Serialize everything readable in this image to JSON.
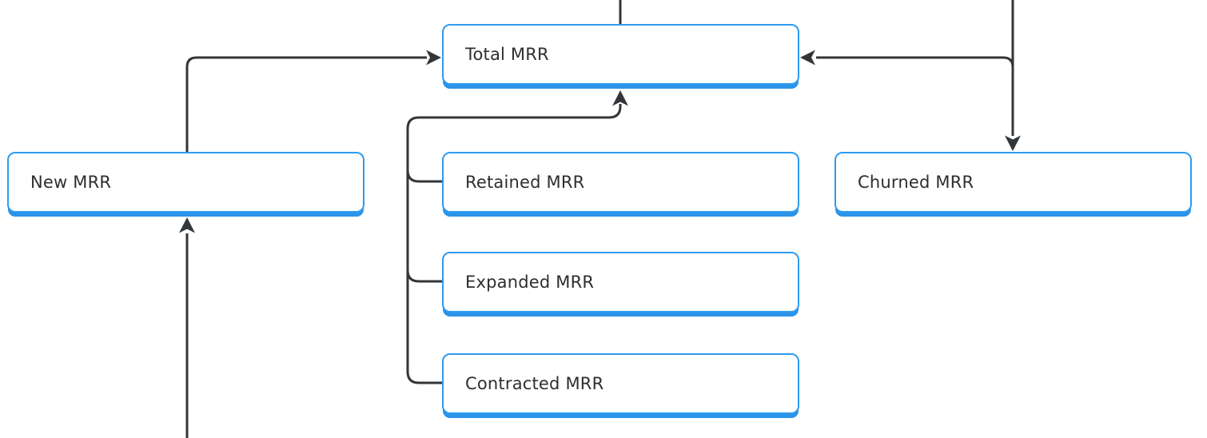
{
  "diagram": {
    "nodes": {
      "total": {
        "label": "Total MRR"
      },
      "new": {
        "label": "New MRR"
      },
      "retained": {
        "label": "Retained MRR"
      },
      "expanded": {
        "label": "Expanded MRR"
      },
      "contracted": {
        "label": "Contracted MRR"
      },
      "churned": {
        "label": "Churned MRR"
      }
    },
    "edges": [
      {
        "name": "edge-from-top-into-total",
        "from": "offscreen-top",
        "to": "Total MRR",
        "arrowhead": false,
        "enters": "top"
      },
      {
        "name": "edge-new-to-total",
        "from": "New MRR",
        "to": "Total MRR",
        "arrowhead": true,
        "enters": "left"
      },
      {
        "name": "edge-from-bottom-into-new",
        "from": "offscreen-bottom",
        "to": "New MRR",
        "arrowhead": true,
        "enters": "bottom"
      },
      {
        "name": "edge-mrr-components-to-total",
        "from": "Retained MRR / Expanded MRR / Contracted MRR",
        "to": "Total MRR",
        "arrowhead": true,
        "enters": "bottom"
      },
      {
        "name": "edge-from-top-into-churned",
        "from": "offscreen-top",
        "to": "Churned MRR",
        "arrowhead": true,
        "enters": "top"
      },
      {
        "name": "edge-churned-branch-to-total",
        "from": "churned-inflow-line",
        "to": "Total MRR",
        "arrowhead": true,
        "enters": "right"
      }
    ],
    "colors": {
      "node_border": "#2E9BF0",
      "node_shadow": "#2B93E8",
      "connector": "#333639",
      "text": "#2C2E30",
      "background": "#FFFFFF"
    }
  }
}
